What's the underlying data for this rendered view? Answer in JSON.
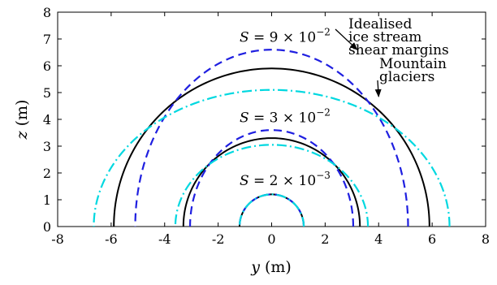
{
  "chart_data": {
    "type": "line",
    "xlabel": "y (m)",
    "ylabel": "z (m)",
    "xlim": [
      -8,
      8
    ],
    "ylim": [
      0,
      8
    ],
    "xticks": [
      "-8",
      "-6",
      "-4",
      "-2",
      "0",
      "2",
      "4",
      "6",
      "8"
    ],
    "yticks": [
      "0",
      "1",
      "2",
      "3",
      "4",
      "5",
      "6",
      "7",
      "8"
    ],
    "grid": false,
    "series": [
      {
        "group": "S = 9 × 10^-2",
        "style": "solid",
        "color": "#000000",
        "shape": "circle",
        "center": [
          0,
          0
        ],
        "radius": 5.9
      },
      {
        "group": "S = 9 × 10^-2",
        "style": "dashed",
        "color": "#1f1fe0",
        "shape": "ellipse",
        "center": [
          0,
          0
        ],
        "semi_axes": [
          5.1,
          6.6
        ]
      },
      {
        "group": "S = 9 × 10^-2",
        "style": "dashdot",
        "color": "#00d8e0",
        "shape": "ellipse",
        "center": [
          0,
          0
        ],
        "semi_axes": [
          6.65,
          5.1
        ]
      },
      {
        "group": "S = 3 × 10^-2",
        "style": "solid",
        "color": "#000000",
        "shape": "circle",
        "center": [
          0,
          0
        ],
        "radius": 3.3
      },
      {
        "group": "S = 3 × 10^-2",
        "style": "dashed",
        "color": "#1f1fe0",
        "shape": "ellipse",
        "center": [
          0,
          0
        ],
        "semi_axes": [
          3.05,
          3.6
        ]
      },
      {
        "group": "S = 3 × 10^-2",
        "style": "dashdot",
        "color": "#00d8e0",
        "shape": "ellipse",
        "center": [
          0,
          0
        ],
        "semi_axes": [
          3.6,
          3.05
        ]
      },
      {
        "group": "S = 2 × 10^-3",
        "style": "solid",
        "color": "#000000",
        "shape": "circle",
        "center": [
          0,
          0
        ],
        "radius": 1.2
      },
      {
        "group": "S = 2 × 10^-3",
        "style": "dashed",
        "color": "#1f1fe0",
        "shape": "ellipse",
        "center": [
          0,
          0
        ],
        "semi_axes": [
          1.2,
          1.2
        ]
      },
      {
        "group": "S = 2 × 10^-3",
        "style": "dashdot",
        "color": "#00d8e0",
        "shape": "ellipse",
        "center": [
          0,
          0
        ],
        "semi_axes": [
          1.2,
          1.2
        ]
      }
    ],
    "labels": [
      {
        "base": "S = 9 × 10",
        "exp": "−2",
        "x": -1.2,
        "y": 6.9
      },
      {
        "base": "S = 3 × 10",
        "exp": "−2",
        "x": -1.2,
        "y": 3.9
      },
      {
        "base": "S = 2 × 10",
        "exp": "−3",
        "x": -1.2,
        "y": 1.55
      }
    ],
    "annotations": [
      {
        "lines": [
          "Idealised",
          "ice stream",
          "shear margins"
        ],
        "target": [
          3.2,
          6.6
        ]
      },
      {
        "lines": [
          "Mountain",
          "glaciers"
        ],
        "target": [
          4.0,
          4.85
        ]
      }
    ]
  }
}
